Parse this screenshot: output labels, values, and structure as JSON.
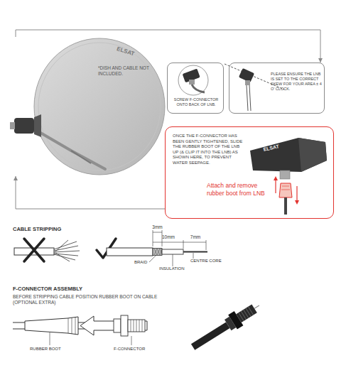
{
  "diagram": {
    "nodes": [
      {
        "text": [
          "*DISH AND CABLE NOT INCLUDED."
        ]
      },
      {
        "text": [
          "SCREW F-CONNECTOR ONTO BACK OF LNB."
        ]
      },
      {
        "text": [
          "PLEASE ENSURE THE LNB IS SET TO THE CORRECT SKEW FOR YOUR AREA ± 4 O' CLOCK."
        ]
      },
      {
        "text": [
          "ONCE THE F-CONNECTOR HAS BEEN GENTLY TIGHTENED, SLIDE THE RUBBER BOOT OF THE LNB UP (& CLIP IT INTO THE LNB) AS SHOWN HERE, TO PREVENT WATER SEEPAGE.",
          "Attach and remove rubber boot from LNB"
        ]
      }
    ],
    "edges": [
      {
        "from": 0,
        "to": 2,
        "arrow": "to"
      },
      {
        "from": 3,
        "to": 0,
        "arrow": "to"
      }
    ],
    "labels": [
      "ELSAT",
      "ELSAT",
      "CABLE STRIPPING",
      "3mm",
      "10mm",
      "7mm",
      "BRAID",
      "CENTRE CORE",
      "INSULATION",
      "F-CONNECTOR ASSEMBLY",
      "BEFORE STRIPPING CABLE POSITION RUBBER BOOT ON CABLE (OPTIONAL EXTRA)",
      "RUBBER BOOT",
      "F-CONNECTOR"
    ]
  }
}
